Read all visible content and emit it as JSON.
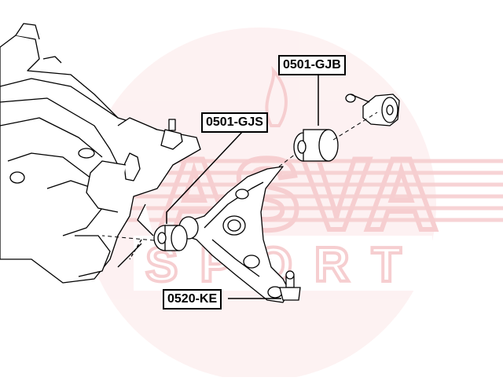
{
  "watermark": {
    "brand": "ASVA",
    "sub": "SPORT",
    "color": "#d9262e"
  },
  "callouts": {
    "gjb": "0501-GJB",
    "gjs": "0501-GJS",
    "ke": "0520-KE"
  },
  "line_color": "#000000"
}
